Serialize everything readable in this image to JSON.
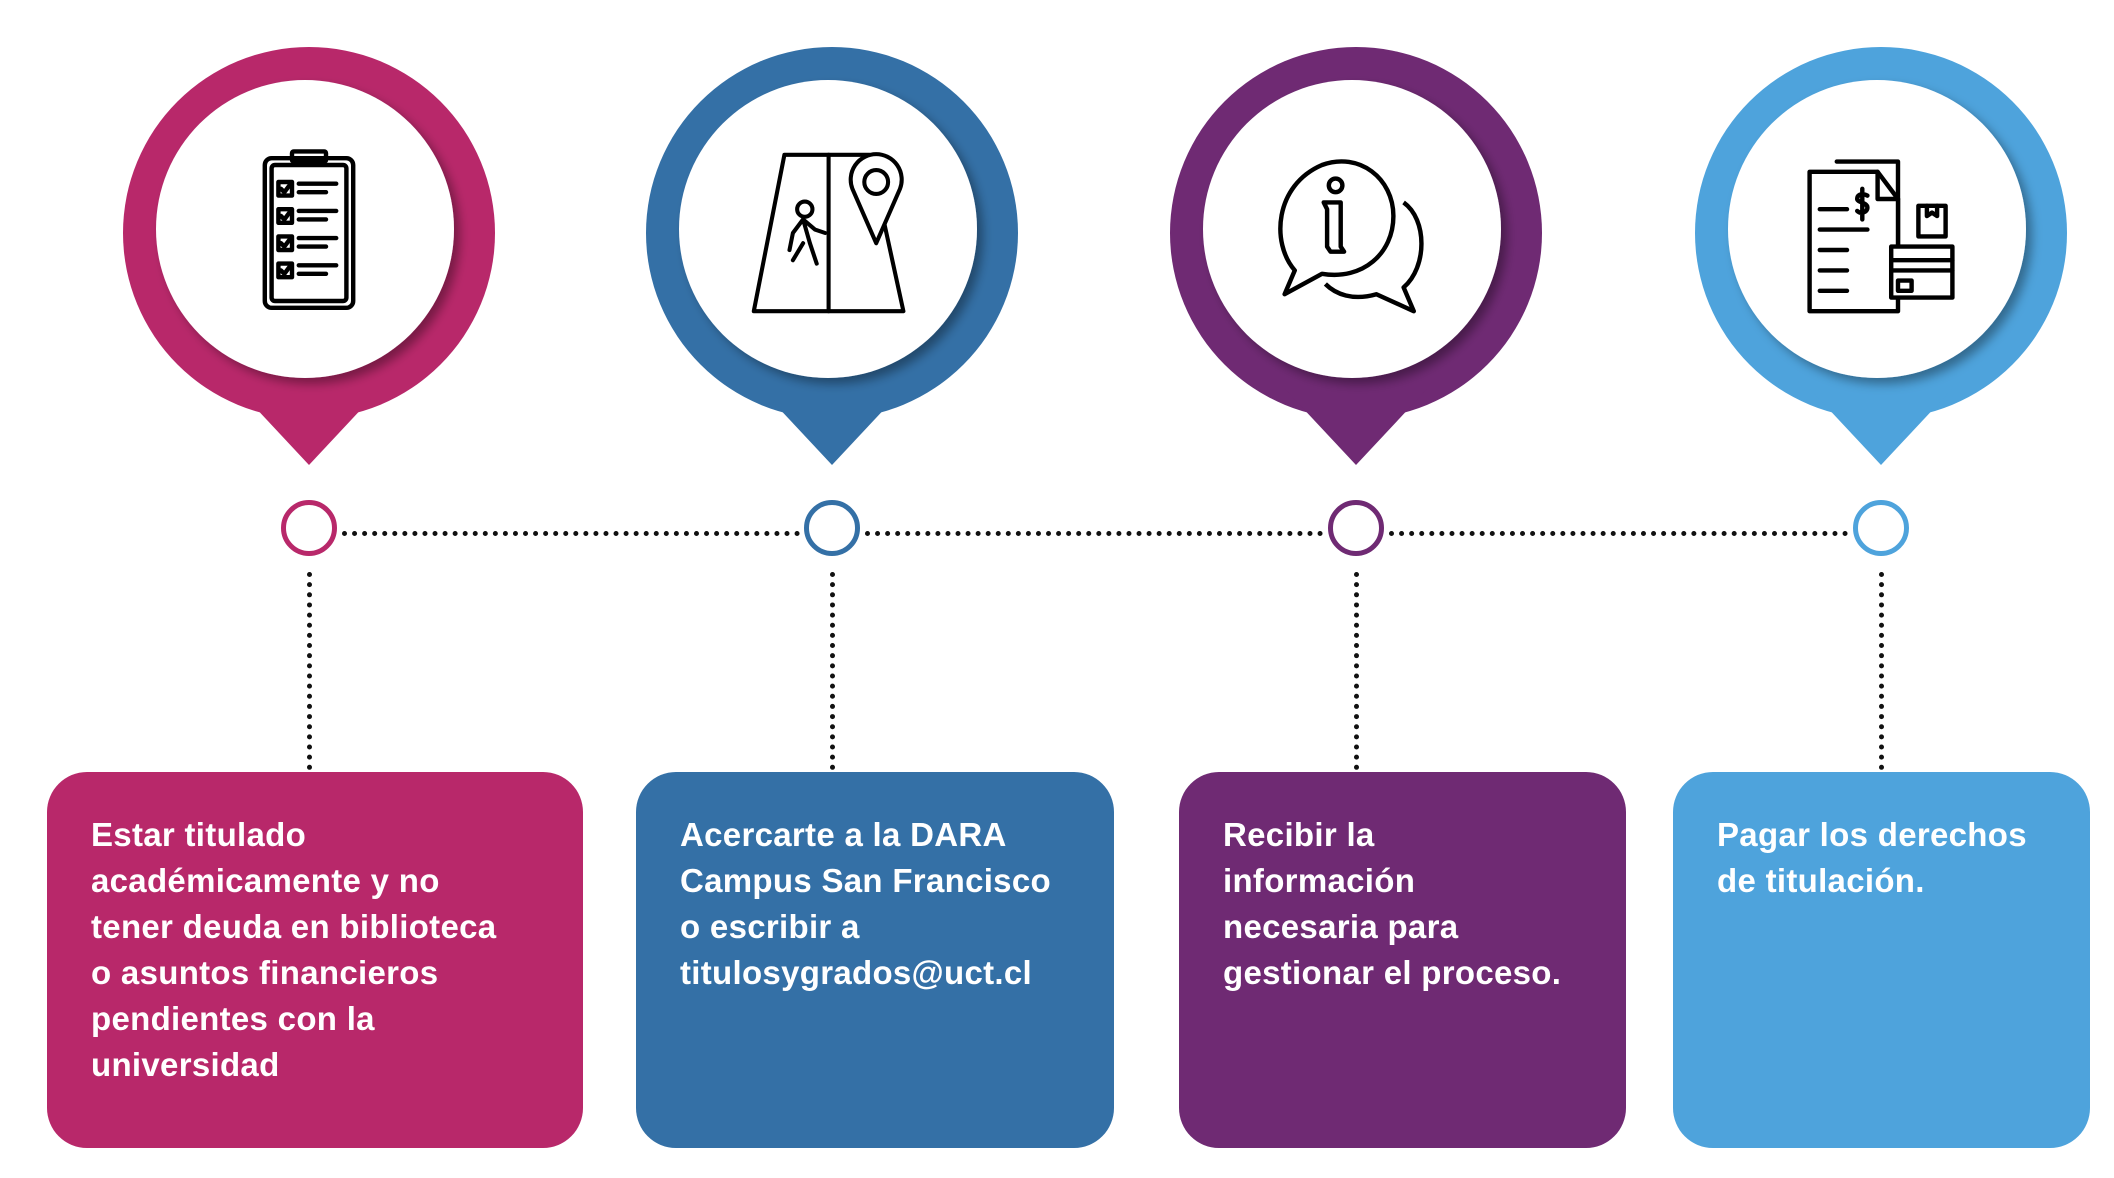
{
  "colors": {
    "step1": "#B8286A",
    "step2": "#3470A6",
    "step3": "#6F2A73",
    "step4": "#4EA3DC"
  },
  "steps": [
    {
      "icon": "clipboard-checklist-icon",
      "lines": [
        "Estar titulado",
        "académicamente y no",
        "tener deuda en biblioteca",
        "o asuntos financieros",
        "pendientes con la",
        "universidad"
      ]
    },
    {
      "icon": "road-location-walker-icon",
      "lines": [
        "Acercarte a la DARA",
        "Campus San Francisco",
        "o escribir a",
        "titulosygrados@uct.cl"
      ]
    },
    {
      "icon": "info-chat-bubbles-icon",
      "lines": [
        "Recibir la",
        "información",
        "necesaria para",
        "gestionar el proceso."
      ]
    },
    {
      "icon": "invoice-payment-card-icon",
      "lines": [
        "Pagar los derechos",
        "de titulación."
      ]
    }
  ]
}
